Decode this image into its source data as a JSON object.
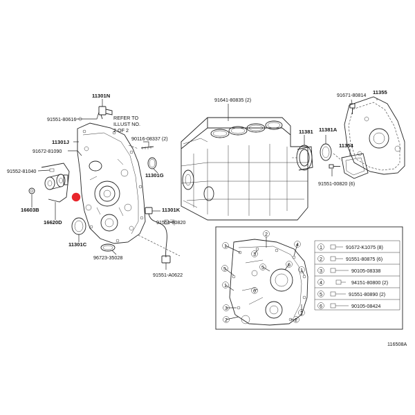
{
  "diagram": {
    "figure_id": "116508A",
    "refer_note": [
      "REFER TO",
      "ILLUST NO.",
      "2 OF 2"
    ],
    "parts": {
      "p11301N": "11301N",
      "p91551_80616": "91551-80616",
      "p11301J": "11301J",
      "p91672_81090": "91672-81090",
      "p91552_81040": "91552-81040",
      "p16603B": "16603B",
      "p16620D": "16620D",
      "p11301C": "11301C",
      "p90116_08337": "90116-08337 (2)",
      "p11301G": "11301G",
      "p11301K": "11301K",
      "p91551_80820_1": "91551-80820",
      "p96723_35028": "96723-35028",
      "p91551_A0622": "91551-A0622",
      "p91641_80835": "91641-80835 (2)",
      "p91671_80814": "91671-80814",
      "p11355": "11355",
      "p11381": "11381",
      "p11381A": "11381A",
      "p11354": "11354",
      "p91551_00820": "91551-00820 (6)"
    },
    "legend": [
      {
        "num": "1",
        "part": "91672-K1075 (8)"
      },
      {
        "num": "2",
        "part": "91551-80875 (6)"
      },
      {
        "num": "3",
        "part": "90105-08338"
      },
      {
        "num": "4",
        "part": "94151-80800 (2)"
      },
      {
        "num": "5",
        "part": "91551-80890 (2)"
      },
      {
        "num": "6",
        "part": "90105-08424"
      }
    ],
    "colors": {
      "line": "#222222",
      "marker": "#e8262c"
    }
  }
}
